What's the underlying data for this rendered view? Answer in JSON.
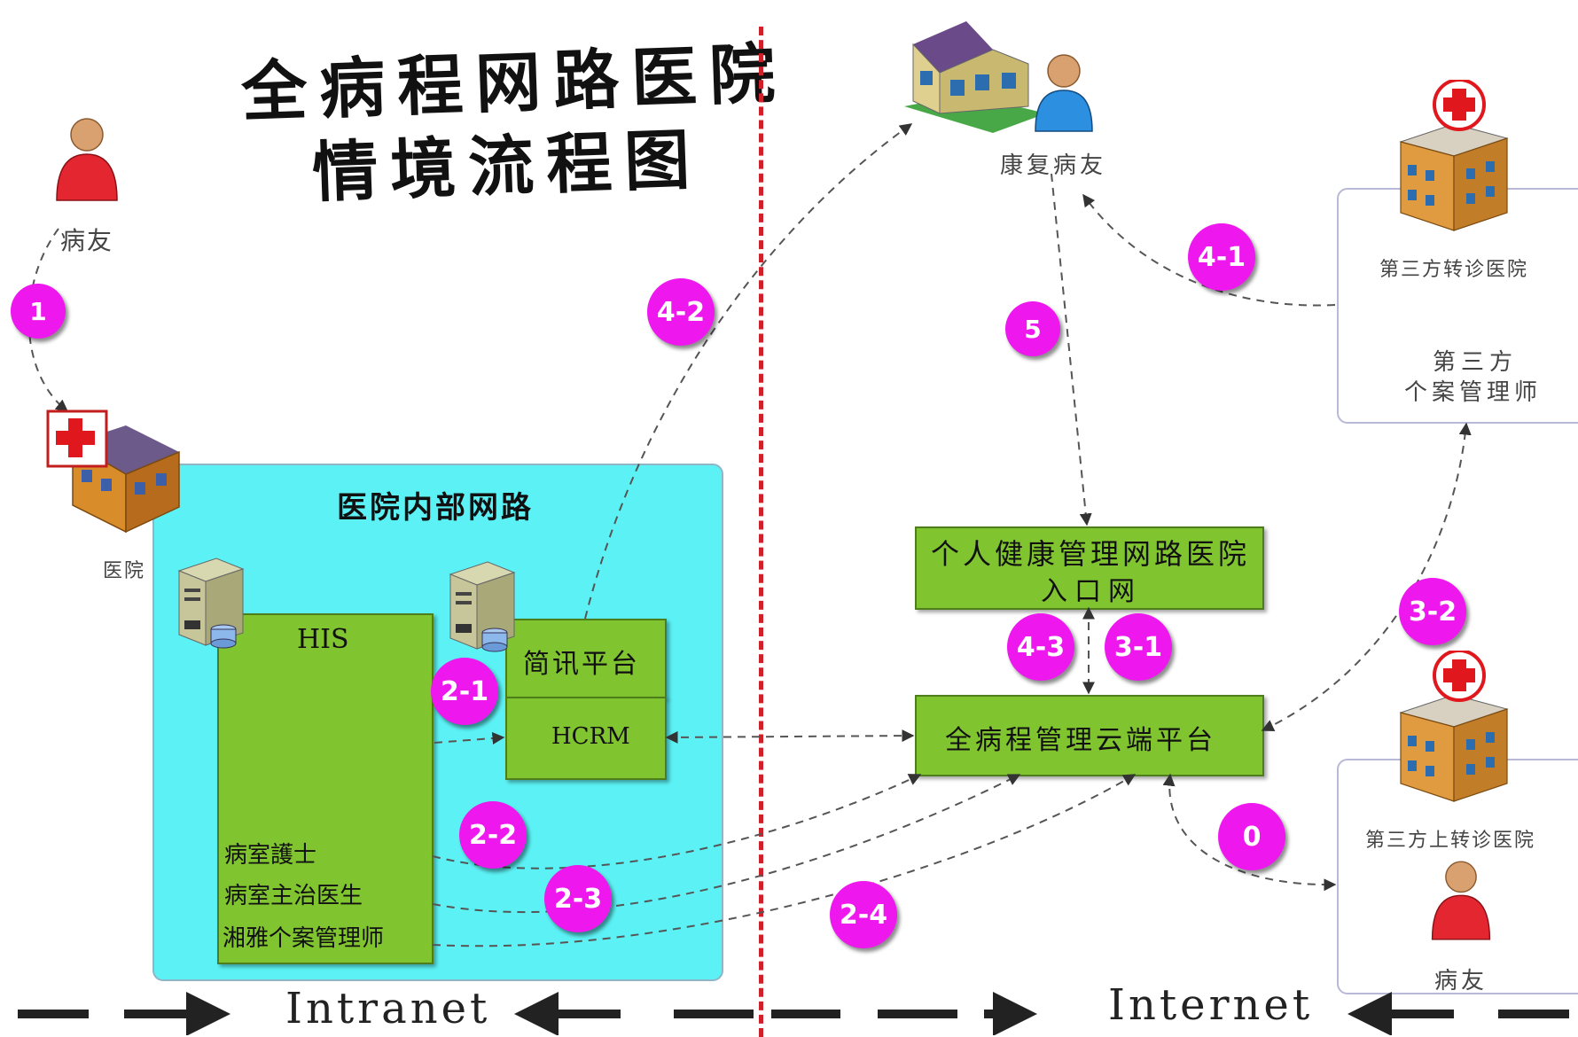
{
  "title": {
    "line1": "全病程网路医院",
    "line2": "情境流程图"
  },
  "labels": {
    "patient_top_left": "病友",
    "hospital": "医院",
    "recovered_patient": "康复病友",
    "third_referral_hospital": "第三方转诊医院",
    "third_case_manager_l1": "第三方",
    "third_case_manager_l2": "个案管理师",
    "third_upper_referral_hospital": "第三方上转诊医院",
    "patient_bottom_right": "病友"
  },
  "intranet": {
    "title": "医院内部网路",
    "his": {
      "label": "HIS",
      "roles": [
        "病室護士",
        "病室主治医生",
        "湘雅个案管理师"
      ]
    },
    "sms": "简讯平台",
    "hcrm": "HCRM"
  },
  "internet": {
    "portal_l1": "个人健康管理网路医院",
    "portal_l2": "入口网",
    "cloud": "全病程管理云端平台"
  },
  "badges": {
    "b1": "1",
    "b21": "2-1",
    "b22": "2-2",
    "b23": "2-3",
    "b24": "2-4",
    "b31": "3-1",
    "b32": "3-2",
    "b41": "4-1",
    "b42": "4-2",
    "b43": "4-3",
    "b5": "5",
    "b0": "0"
  },
  "footer": {
    "intranet": "Intranet",
    "internet": "Internet"
  },
  "colors": {
    "intranet_bg": "#5cf2f5",
    "box_green": "#80c430",
    "badge": "#ee18ee",
    "divider": "#d0202a",
    "arrow": "#333333"
  },
  "icons": {
    "patient": "person-icon",
    "hospital": "hospital-building-icon",
    "server": "server-icon",
    "house": "house-icon"
  }
}
